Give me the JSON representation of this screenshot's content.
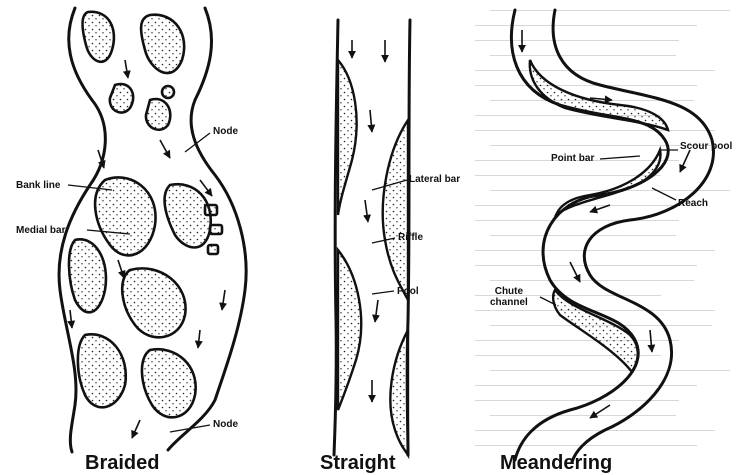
{
  "titles": {
    "braided": "Braided",
    "straight": "Straight",
    "meandering": "Meandering"
  },
  "labels": {
    "node_top": "Node",
    "bank_line": "Bank line",
    "medial_bar": "Medial bar",
    "node_bottom": "Node",
    "lateral_bar": "Lateral bar",
    "riffle": "Riffle",
    "pool": "Pool",
    "scour_pool": "Scour pool",
    "point_bar": "Point bar",
    "reach": "Reach",
    "chute_channel": "Chute\nchannel"
  },
  "colors": {
    "ink": "#111111",
    "bar_fill": "#f4f4f4",
    "page": "#ffffff"
  }
}
